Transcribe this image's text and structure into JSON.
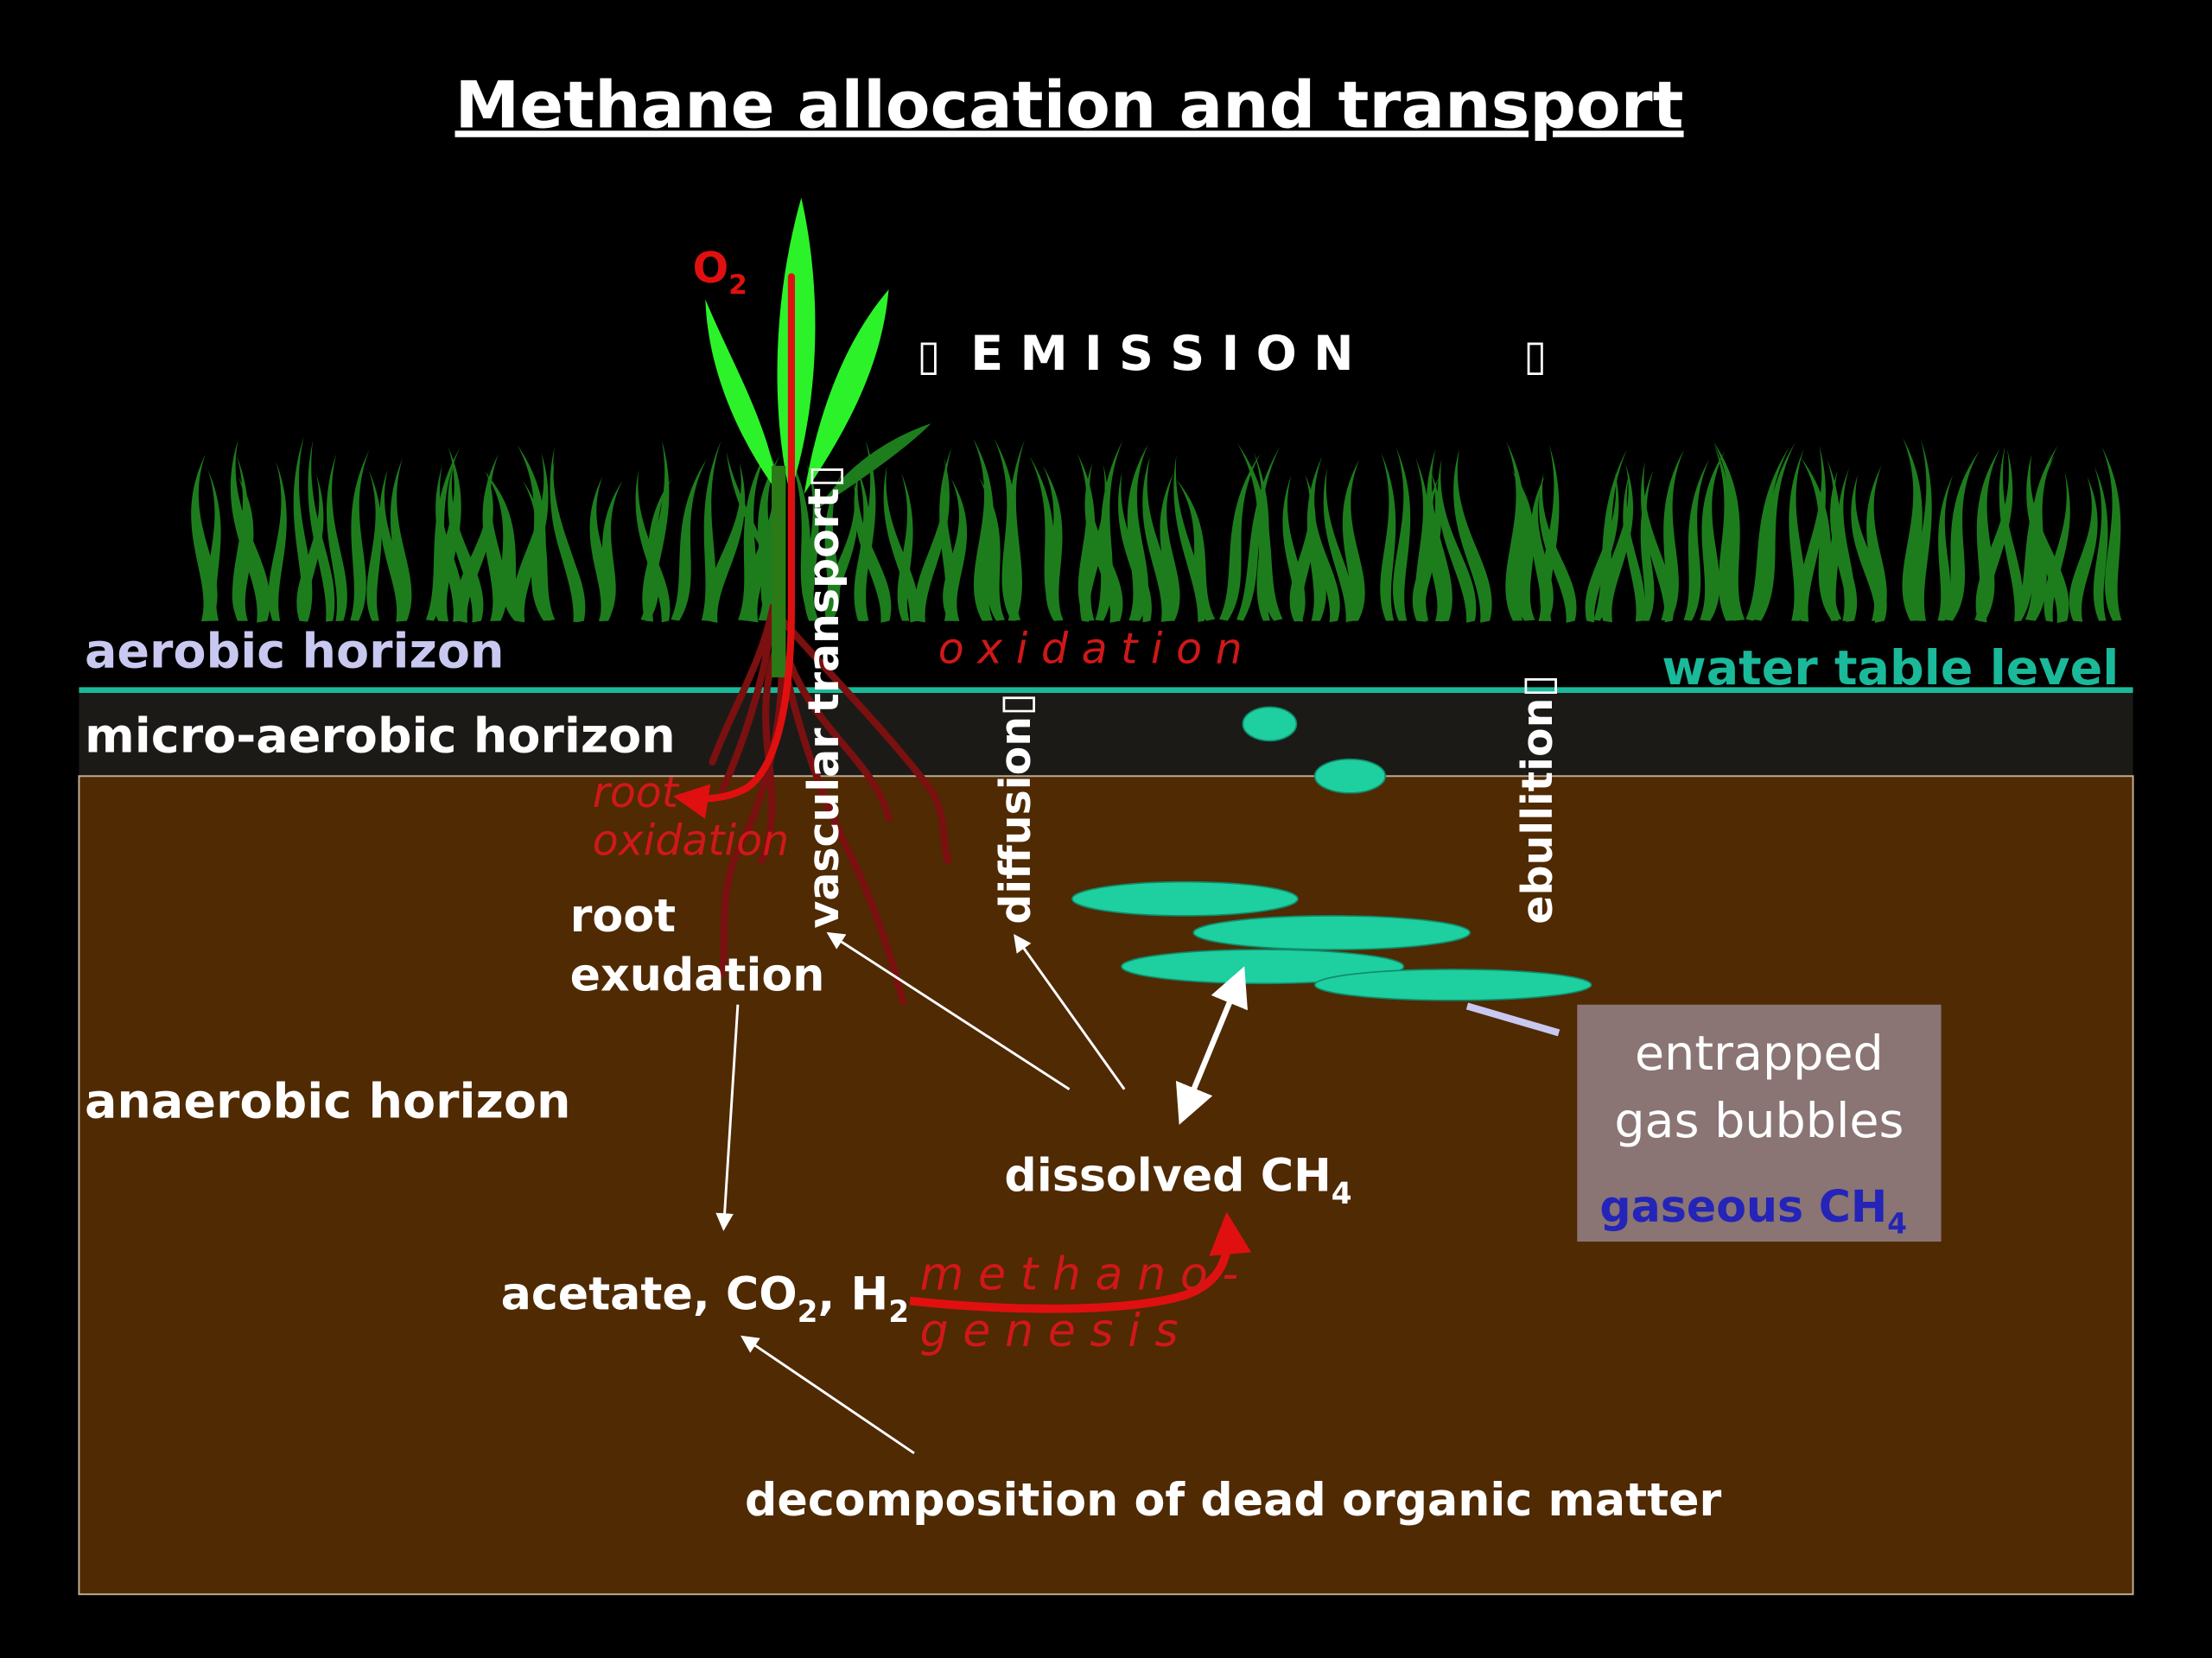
{
  "title": "Methane allocation and transport",
  "emission": {
    "label": "E M I S S I O N",
    "marker_left": "▯",
    "marker_right": "▯"
  },
  "o2": {
    "base": "O",
    "sub": "2"
  },
  "horizons": {
    "aerobic": "aerobic horizon",
    "micro_aerobic": "micro-aerobic horizon",
    "anaerobic": "anaerobic horizon",
    "water_table": "water table level"
  },
  "processes": {
    "oxidation": "o x i d a t i o n",
    "root_oxidation_1": "root",
    "root_oxidation_2": "oxidation",
    "vascular_transport": "vascular transport▯",
    "diffusion": "diffusion▯",
    "ebullition": "ebullition▯",
    "methanogenesis_1": "m e t h a n o -",
    "methanogenesis_2": "g e n e s i s"
  },
  "labels": {
    "root_exudation_1": "root",
    "root_exudation_2": "exudation",
    "dissolved_ch4_base": "dissolved CH",
    "dissolved_ch4_sub": "4",
    "acetate_a": "acetate, CO",
    "acetate_sub1": "2",
    "acetate_b": ", H",
    "acetate_sub2": "2",
    "decomposition": "decomposition of dead organic matter",
    "entrapped_1": "entrapped",
    "entrapped_2": "gas bubbles",
    "gaseous_base": "gaseous CH",
    "gaseous_sub": "4"
  },
  "colors": {
    "background": "#000000",
    "soil": "#4f2a03",
    "micro_aerobic_band": "#1c1a17",
    "water_table": "#1ab99a",
    "aerobic_label": "#c8c8f0",
    "process_red": "#d01818",
    "bubble": "#1ecf9f",
    "plant_light": "#2cf22a",
    "grass_dark": "#1d7d1d",
    "root": "#7a1010",
    "entrapped_box": "#8a7474",
    "gaseous_text": "#2424b8"
  }
}
